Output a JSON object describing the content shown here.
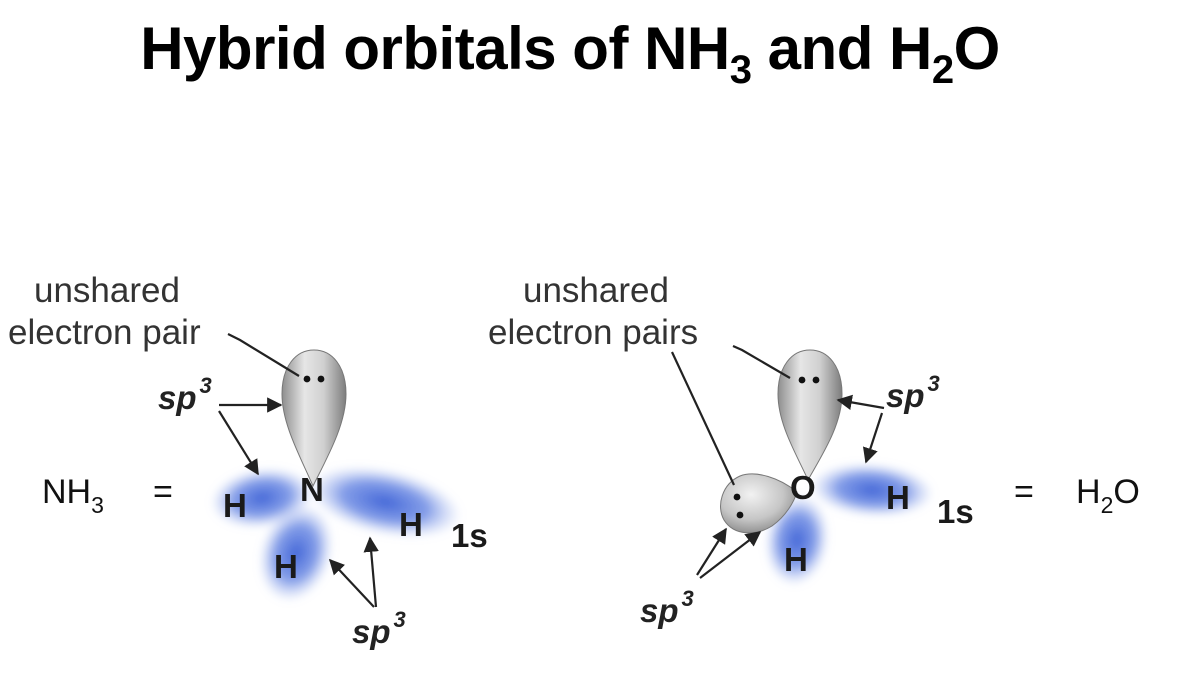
{
  "title": {
    "prefix": "Hybrid orbitals of NH",
    "sub1": "3",
    "middle": " and H",
    "sub2": "2",
    "suffix": "O"
  },
  "nh3": {
    "formula_main": "NH",
    "formula_sub": "3",
    "equals": "=",
    "label_line1": "unshared",
    "label_line2": "electron pair",
    "sp_top": "sp",
    "sp_top_sup": "3",
    "sp_bottom": "sp",
    "sp_bottom_sup": "3",
    "central_atom": "N",
    "h_left": "H",
    "h_bottom": "H",
    "h_right": "H",
    "orbital_1s": "1s"
  },
  "h2o": {
    "formula_h": "H",
    "formula_sub": "2",
    "formula_o": "O",
    "equals": "=",
    "label_line1": "unshared",
    "label_line2": "electron pairs",
    "sp_top": "sp",
    "sp_top_sup": "3",
    "sp_bottom": "sp",
    "sp_bottom_sup": "3",
    "central_atom": "O",
    "h_right": "H",
    "h_bottom": "H",
    "orbital_1s": "1s"
  },
  "colors": {
    "lobe_gray": "#b8b8b8",
    "orbital_blue": "#4a6fd8",
    "text": "#000000"
  }
}
